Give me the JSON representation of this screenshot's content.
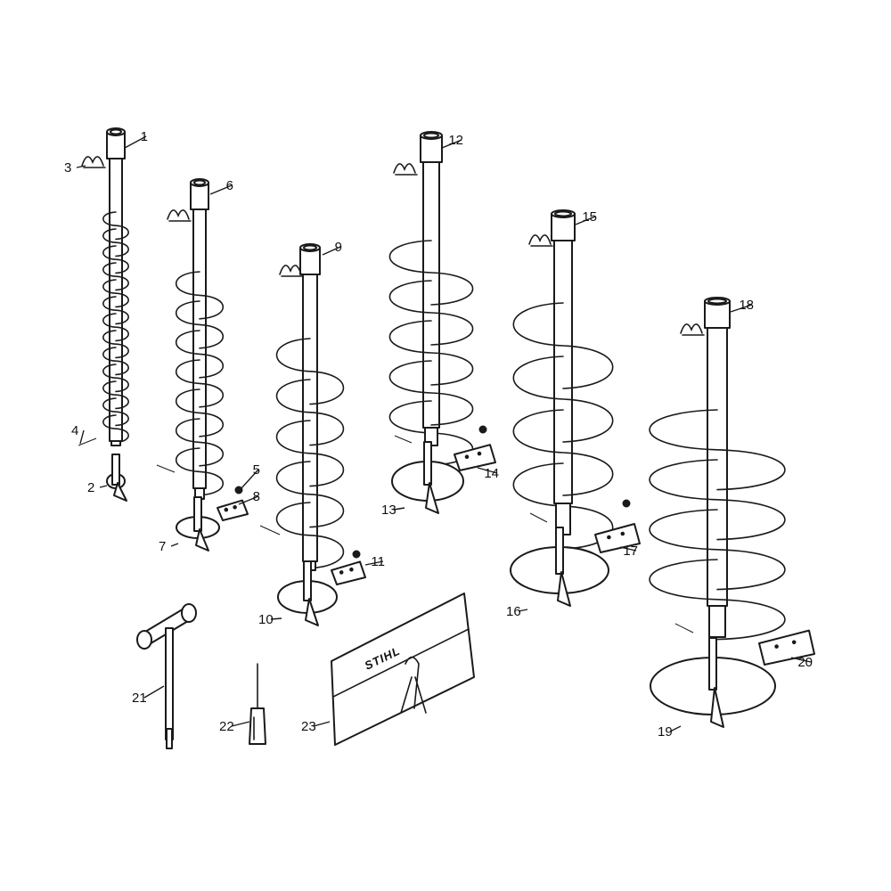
{
  "brand": "STIHL",
  "callouts": [
    "1",
    "2",
    "3",
    "4",
    "5",
    "6",
    "7",
    "8",
    "9",
    "10",
    "11",
    "12",
    "13",
    "14",
    "15",
    "16",
    "17",
    "18",
    "19",
    "20",
    "21",
    "22",
    "23"
  ],
  "icons": [
    "auger-drill-icon",
    "spring-clip-icon",
    "roll-pin-icon",
    "screw-icon",
    "cutting-blade-icon",
    "cutter-disc-icon",
    "combination-wrench-icon",
    "screwdriver-icon",
    "tool-bag-icon"
  ]
}
